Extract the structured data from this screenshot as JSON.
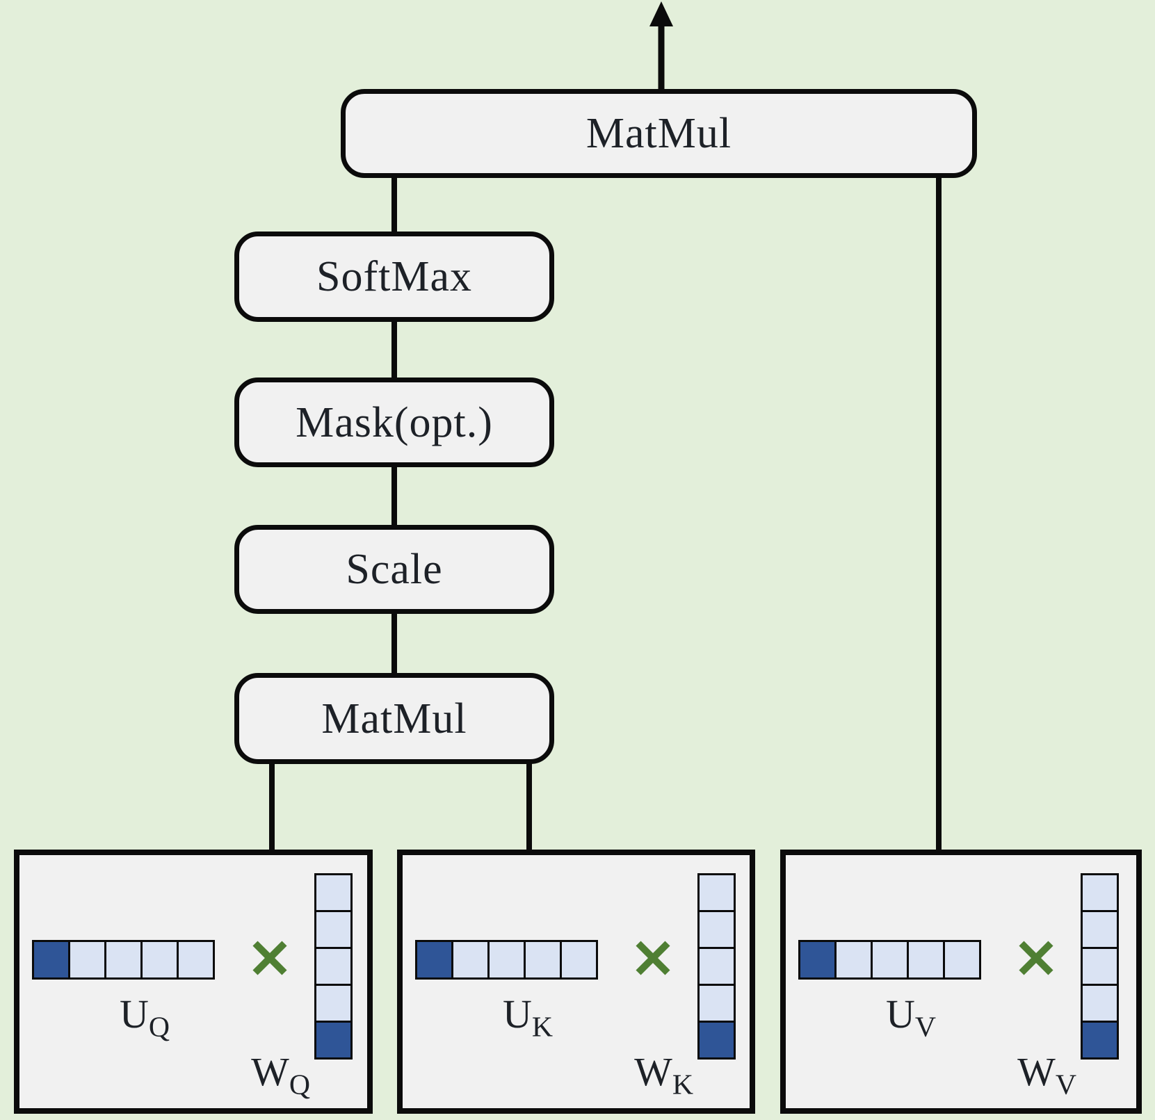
{
  "colors": {
    "background": "#e3efda",
    "box_fill": "#f1f1f1",
    "panel_fill": "#f1f1f1",
    "line": "#0b0b0b",
    "text": "#1d2127",
    "cell_dark": "#2f5597",
    "cell_light": "#dae3f3",
    "operator_green": "#4f7f33"
  },
  "flow": {
    "boxes": [
      {
        "id": "matmul-top",
        "label": "MatMul"
      },
      {
        "id": "softmax",
        "label": "SoftMax"
      },
      {
        "id": "mask",
        "label": "Mask(opt.)"
      },
      {
        "id": "scale",
        "label": "Scale"
      },
      {
        "id": "matmul-bottom",
        "label": "MatMul"
      }
    ]
  },
  "panels": [
    {
      "id": "query",
      "operator": "×",
      "operator_icon": "multiply-icon",
      "row_vector_label_base": "U",
      "row_vector_label_sub": "Q",
      "weight_vector_label_base": "W",
      "weight_vector_label_sub": "Q",
      "row_cells": [
        "dark",
        "light",
        "light",
        "light",
        "light"
      ],
      "col_cells": [
        "light",
        "light",
        "light",
        "light",
        "dark"
      ]
    },
    {
      "id": "key",
      "operator": "×",
      "operator_icon": "multiply-icon",
      "row_vector_label_base": "U",
      "row_vector_label_sub": "K",
      "weight_vector_label_base": "W",
      "weight_vector_label_sub": "K",
      "row_cells": [
        "dark",
        "light",
        "light",
        "light",
        "light"
      ],
      "col_cells": [
        "light",
        "light",
        "light",
        "light",
        "dark"
      ]
    },
    {
      "id": "value",
      "operator": "×",
      "operator_icon": "multiply-icon",
      "row_vector_label_base": "U",
      "row_vector_label_sub": "V",
      "weight_vector_label_base": "W",
      "weight_vector_label_sub": "V",
      "row_cells": [
        "dark",
        "light",
        "light",
        "light",
        "light"
      ],
      "col_cells": [
        "light",
        "light",
        "light",
        "light",
        "dark"
      ]
    }
  ]
}
